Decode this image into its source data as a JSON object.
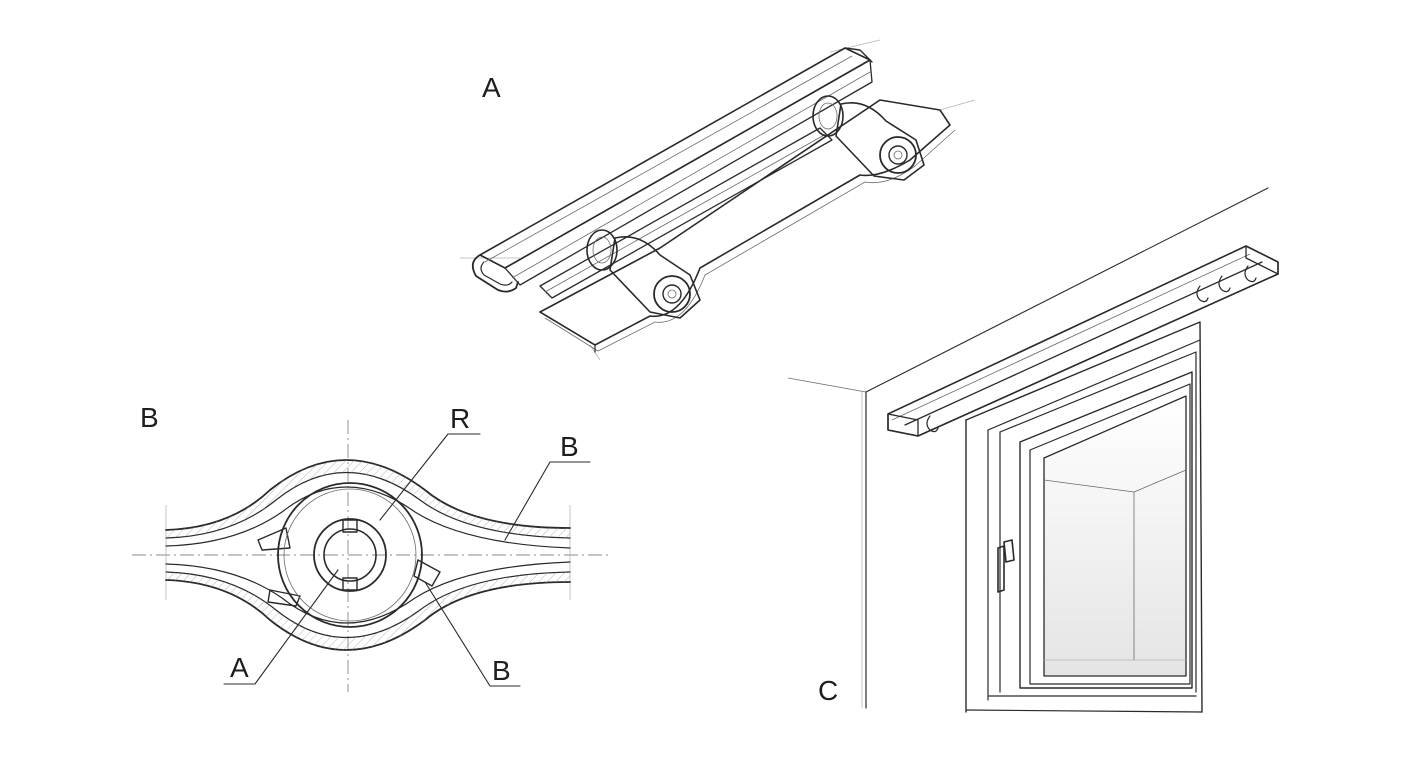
{
  "figures": {
    "a": {
      "label": "A"
    },
    "b": {
      "label": "B",
      "callouts": {
        "r": "R",
        "b_upper": "B",
        "a": "A",
        "b_lower": "B"
      }
    },
    "c": {
      "label": "C"
    }
  },
  "colors": {
    "ink": "#2a2a2a",
    "paper": "#ffffff",
    "glass": "#eeeeee"
  }
}
